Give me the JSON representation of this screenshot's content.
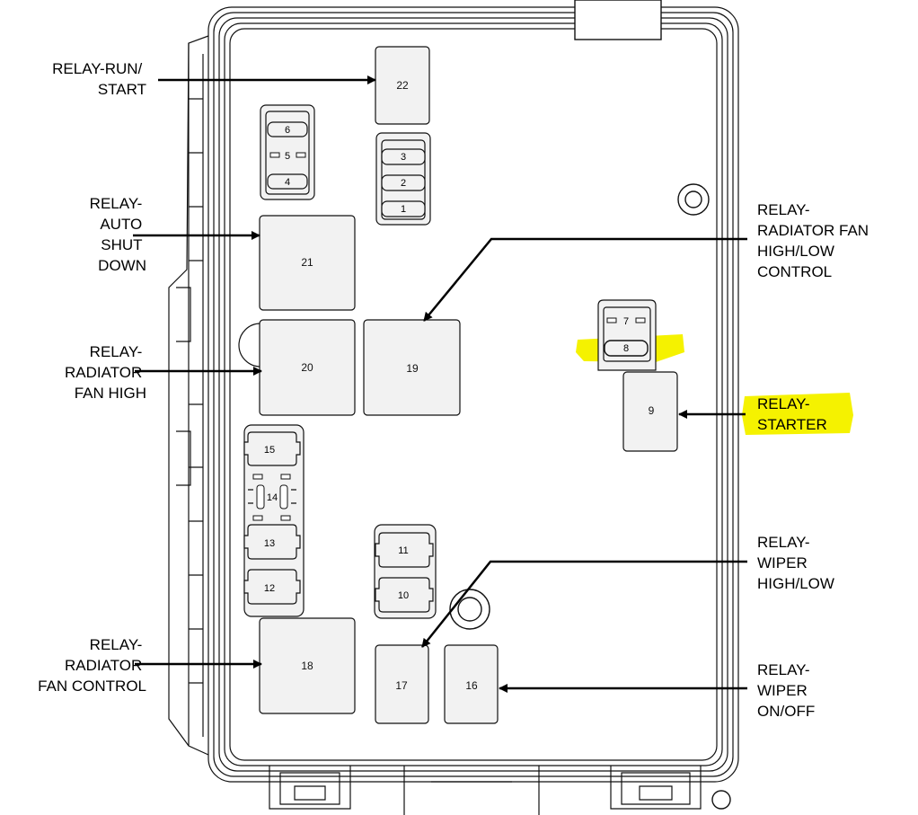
{
  "labels": {
    "relay_run_start": [
      "RELAY-RUN/",
      "START"
    ],
    "relay_auto_shut_down": [
      "RELAY-",
      "AUTO",
      "SHUT",
      "DOWN"
    ],
    "relay_radiator_fan_high": [
      "RELAY-",
      "RADIATOR",
      "FAN HIGH"
    ],
    "relay_radiator_fan_control": [
      "RELAY-",
      "RADIATOR",
      "FAN CONTROL"
    ],
    "relay_radiator_fan_high_low_control": [
      "RELAY-",
      "RADIATOR FAN",
      "HIGH/LOW",
      "CONTROL"
    ],
    "relay_starter": [
      "RELAY-",
      "STARTER"
    ],
    "relay_wiper_high_low": [
      "RELAY-",
      "WIPER",
      "HIGH/LOW"
    ],
    "relay_wiper_on_off": [
      "RELAY-",
      "WIPER",
      "ON/OFF"
    ]
  },
  "positions": {
    "p1": "1",
    "p2": "2",
    "p3": "3",
    "p4": "4",
    "p5": "5",
    "p6": "6",
    "p7": "7",
    "p8": "8",
    "p9": "9",
    "p10": "10",
    "p11": "11",
    "p12": "12",
    "p13": "13",
    "p14": "14",
    "p15": "15",
    "p16": "16",
    "p17": "17",
    "p18": "18",
    "p19": "19",
    "p20": "20",
    "p21": "21",
    "p22": "22"
  },
  "colors": {
    "highlight": "#f5f200",
    "line": "#000000",
    "box_fill": "#f2f2f2"
  }
}
